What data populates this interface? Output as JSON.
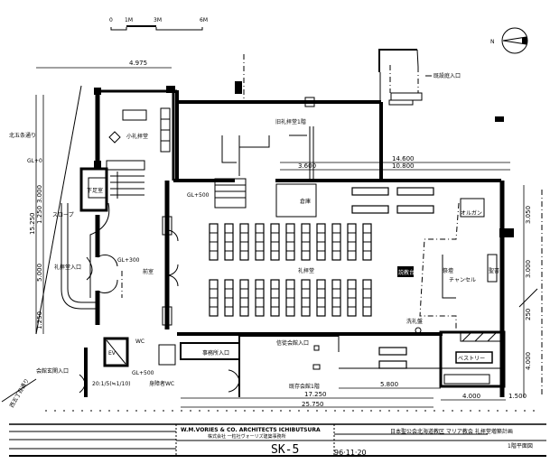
{
  "drawing": {
    "sheet_number": "SK-5",
    "title": "1階平面図",
    "project": "日本聖公会北海道教区 マリア教会 礼拝堂増築計画",
    "date": "96·11·20",
    "architect_en": "W.M.VORIES & CO. ARCHITECTS ICHIBUTSURA",
    "architect_jp": "株式会社 一粒社ヴォーリズ建築事務所",
    "scale_bar": {
      "labels": [
        "0",
        "1M",
        "3M",
        "6M"
      ]
    },
    "north_arrow": {
      "label": "N"
    }
  },
  "rooms": {
    "nave": "礼拝堂",
    "small_chapel": "小礼拝堂",
    "organ": "オルガン",
    "chancel": "チャンセル",
    "vestry": "ベストリー",
    "altar": "祭壇",
    "pulpit": "説教台",
    "lectern": "聖書台",
    "narthex": "前室",
    "storage": "倉庫",
    "baptismal_font": "洗礼盤",
    "existing_bldg": "既存会館1階",
    "existing_chapel": "旧礼拝堂1階",
    "stair_down": "下足室",
    "elevator": "EV",
    "wc": "WC",
    "office_entrance": "事務所入口",
    "wheelchair_wc": "身障者WC",
    "slope": "スロープ",
    "parish_hall": "信徒会館入口",
    "garden": "既設庭入口",
    "chapel_entrance": "礼拝堂入口",
    "hall_entrance": "会館玄関入口",
    "side_road": "北五条通り",
    "rear_road": "西五丁目通り",
    "slope_note": "20:1/5(≒1/10)"
  },
  "levels": {
    "gl_top": "GL+0",
    "gl_stair": "GL+500",
    "gl_narthex": "GL+300",
    "gl_lower": "GL+500"
  },
  "dimensions": {
    "top_offset": "4.975",
    "left_total": "15.250",
    "left_a": "3.000",
    "left_b": "1.250",
    "left_c": "5.000",
    "left_d": "1.250",
    "top_a": "3.600",
    "top_b": "14.600",
    "top_c": "10.800",
    "right_a": "3.050",
    "right_b": "3.000",
    "right_c": "250",
    "right_d": "4.000",
    "bottom_a": "5.800",
    "bottom_b": "4.000",
    "bottom_c": "1.500",
    "bottom_d": "17.250",
    "bottom_e": "25.750"
  }
}
